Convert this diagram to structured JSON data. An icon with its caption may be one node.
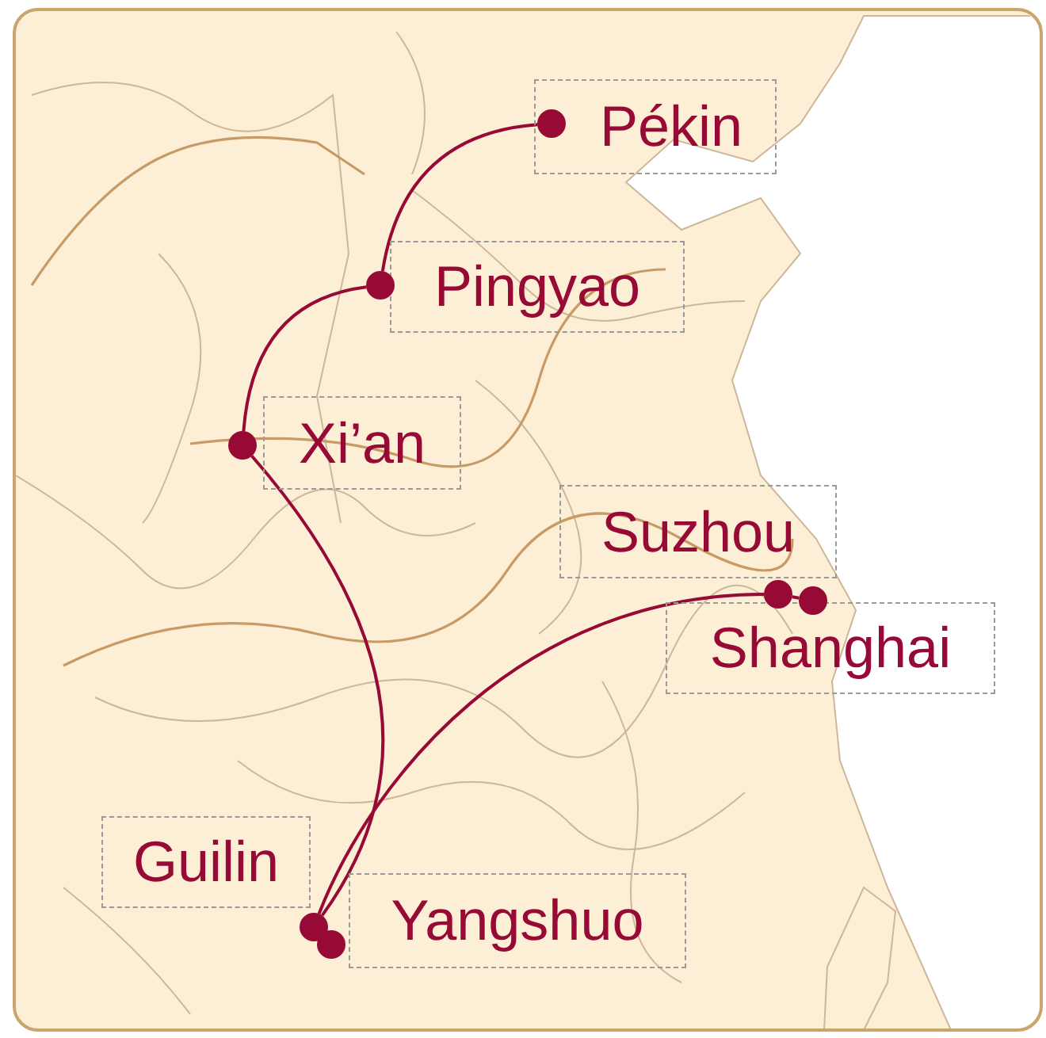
{
  "diagram": {
    "nodes": [
      {
        "text": [
          "Pékin"
        ]
      },
      {
        "text": [
          "Pingyao"
        ]
      },
      {
        "text": [
          "Xi’an"
        ]
      },
      {
        "text": [
          "Suzhou"
        ]
      },
      {
        "text": [
          "Shanghai"
        ]
      },
      {
        "text": [
          "Guilin"
        ]
      },
      {
        "text": [
          "Yangshuo"
        ]
      },
      {
        "text": [],
        "shape": "circle",
        "in": 0
      },
      {
        "text": [],
        "shape": "circle"
      },
      {
        "text": [],
        "shape": "circle"
      },
      {
        "text": [],
        "shape": "circle"
      },
      {
        "text": [],
        "shape": "circle"
      },
      {
        "text": [],
        "shape": "circle"
      },
      {
        "text": [],
        "shape": "circle"
      }
    ],
    "edges": [
      {
        "from": 7,
        "to": 8,
        "arrow": "none"
      },
      {
        "from": 8,
        "to": 9,
        "arrow": "none"
      },
      {
        "from": 9,
        "to": 12,
        "arrow": "none"
      },
      {
        "from": 12,
        "to": 10,
        "arrow": "none"
      },
      {
        "from": 10,
        "to": 11,
        "arrow": "none"
      }
    ]
  }
}
